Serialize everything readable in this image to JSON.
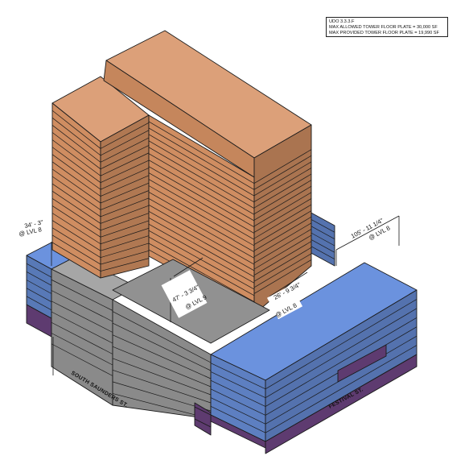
{
  "note": {
    "line1": "UDO 3.3.3.F",
    "line2": "MAX ALLOWED TOWER FLOOR PLATE = 30,000 SF",
    "line3": "MAX PROVIDED TOWER FLOOR PLATE = 19,990 SF"
  },
  "dimensions": [
    {
      "value": "34' - 3\"",
      "level": "@ LVL 8"
    },
    {
      "value": "47' - 3 3/4\"",
      "level": "@ LVL 9"
    },
    {
      "value": "26' - 9 3/4\"",
      "level": "@ LVL 8"
    },
    {
      "value": "105' - 11 1/4\"",
      "level": "@ LVL 8"
    }
  ],
  "streets": {
    "left": "SOUTH SAUNDERS ST.",
    "right": "FESTIVAL ST."
  },
  "colors": {
    "tower": "#cf8d61",
    "tower_top": "#dca079",
    "podium_gray": "#8a8a8a",
    "podium_blue": "#5d7fc1",
    "base_purple": "#5e3b70"
  }
}
